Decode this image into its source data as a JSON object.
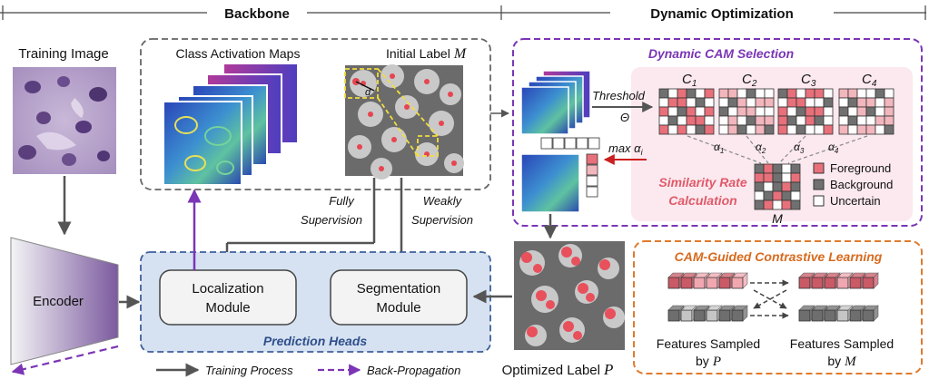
{
  "sections": {
    "backbone": "Backbone",
    "dynamic_optimization": "Dynamic Optimization"
  },
  "training_image": {
    "label": "Training Image"
  },
  "encoder": {
    "label": "Encoder"
  },
  "cam": {
    "label": "Class Activation Maps"
  },
  "initial_label": {
    "label": "Initial Label",
    "symbol": "M",
    "d_symbol": "d"
  },
  "supervision": {
    "fully_line1": "Fully",
    "fully_line2": "Supervision",
    "weakly_line1": "Weakly",
    "weakly_line2": "Supervision"
  },
  "prediction_heads": {
    "title": "Prediction Heads",
    "localization_line1": "Localization",
    "localization_line2": "Module",
    "segmentation_line1": "Segmentation",
    "segmentation_line2": "Module"
  },
  "legend_bottom": {
    "training_process": "Training Process",
    "back_propagation": "Back-Propagation"
  },
  "dynamic_cam": {
    "title": "Dynamic CAM Selection",
    "threshold": "Threshold",
    "theta": "Θ",
    "max_alpha": "max α",
    "max_alpha_sub": "i",
    "c_labels": [
      "C",
      "C",
      "C",
      "C"
    ],
    "c_subs": [
      "1",
      "2",
      "3",
      "4"
    ],
    "alphas": [
      "α",
      "α",
      "α",
      "α"
    ],
    "alpha_subs": [
      "1",
      "2",
      "3",
      "4"
    ],
    "similarity_line1": "Similarity Rate",
    "similarity_line2": "Calculation",
    "m_label": "M",
    "legend": [
      "Foreground",
      "Background",
      "Uncertain"
    ]
  },
  "optimized": {
    "label": "Optimized Label",
    "symbol": "P"
  },
  "contrastive": {
    "title": "CAM-Guided Contrastive Learning",
    "left_line1": "Features Sampled",
    "left_line2": "by",
    "left_sym": "P",
    "right_line1": "Features Sampled",
    "right_line2": "by",
    "right_sym": "M"
  },
  "colors": {
    "purple": "#7b35b5",
    "foreground": "#e8707a",
    "background": "#707070",
    "uncertain": "#ffffff",
    "arrow_gray": "#555555",
    "arrow_red": "#cc1f1f",
    "orange": "#e07a2c",
    "blue_fill": "#d6e2f2",
    "blue_border": "#3f5f9a",
    "pink_fill": "#fbe9ef"
  }
}
